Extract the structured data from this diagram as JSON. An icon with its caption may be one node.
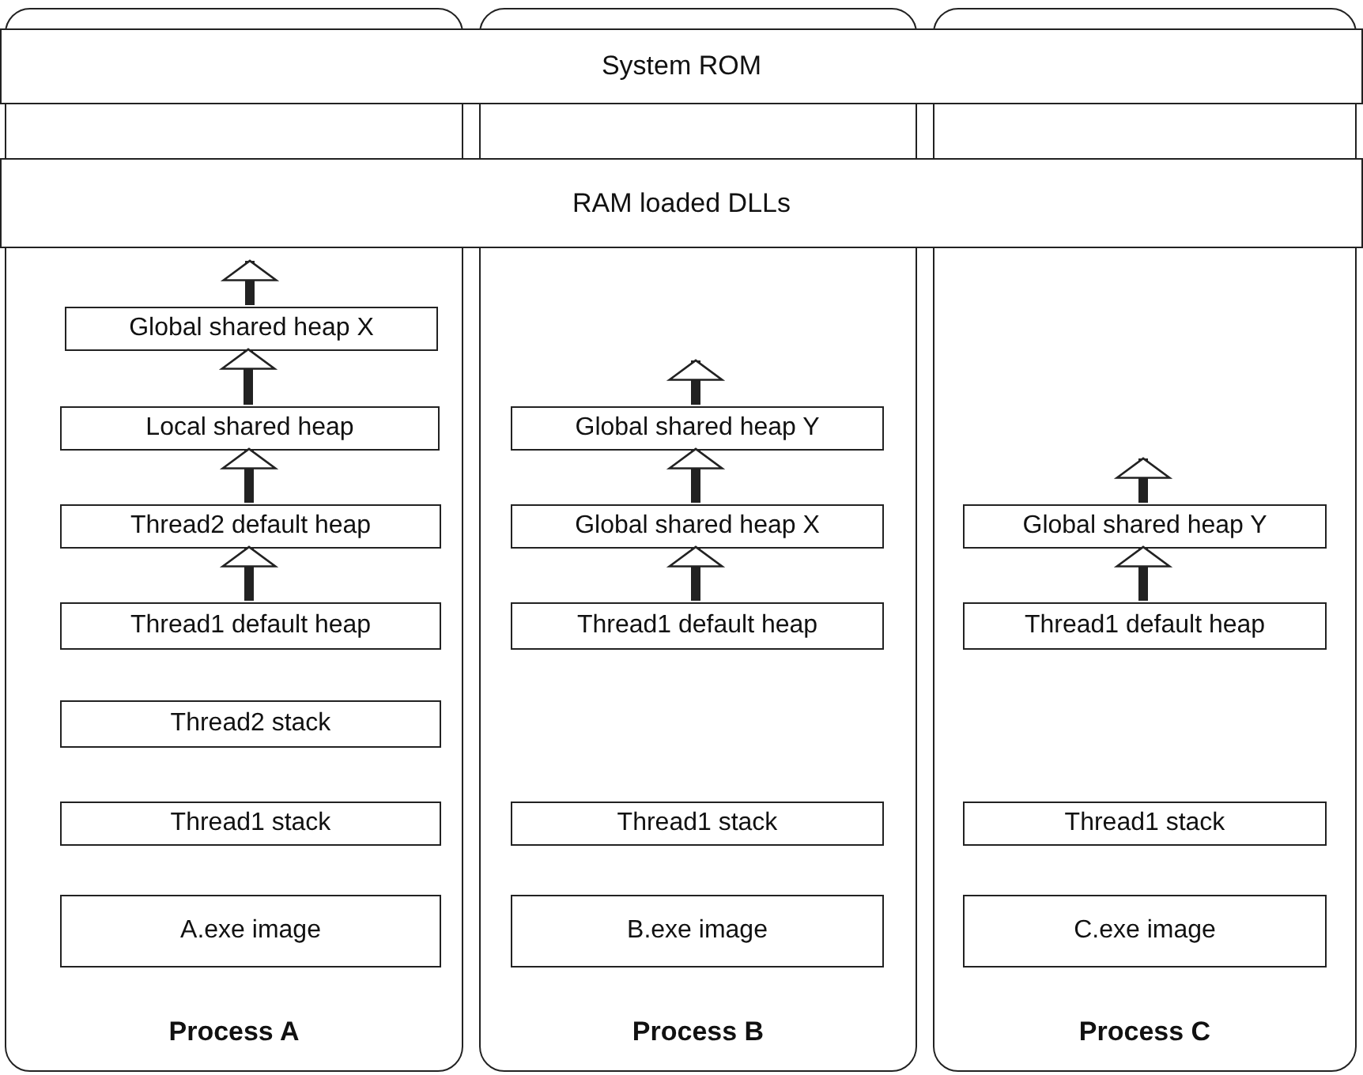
{
  "diagram": {
    "nodes": [
      {
        "text": [
          "System ROM"
        ]
      },
      {
        "text": [
          "RAM loaded DLLs"
        ]
      },
      {
        "text": [
          "Process A"
        ]
      },
      {
        "text": [
          "Global shared heap X"
        ],
        "in": 2
      },
      {
        "text": [
          "Local shared heap"
        ],
        "in": 2
      },
      {
        "text": [
          "Thread2 default heap"
        ],
        "in": 2
      },
      {
        "text": [
          "Thread1 default heap"
        ],
        "in": 2
      },
      {
        "text": [
          "Thread2 stack"
        ],
        "in": 2
      },
      {
        "text": [
          "Thread1 stack"
        ],
        "in": 2
      },
      {
        "text": [
          "A.exe image"
        ],
        "in": 2
      },
      {
        "text": [
          "Process B"
        ]
      },
      {
        "text": [
          "Global shared heap Y"
        ],
        "in": 10
      },
      {
        "text": [
          "Global shared heap X"
        ],
        "in": 10
      },
      {
        "text": [
          "Thread1 default heap"
        ],
        "in": 10
      },
      {
        "text": [
          "Thread1 stack"
        ],
        "in": 10
      },
      {
        "text": [
          "B.exe image"
        ],
        "in": 10
      },
      {
        "text": [
          "Process C"
        ]
      },
      {
        "text": [
          "Global shared heap Y"
        ],
        "in": 16
      },
      {
        "text": [
          "Thread1 default heap"
        ],
        "in": 16
      },
      {
        "text": [
          "Thread1 stack"
        ],
        "in": 16
      },
      {
        "text": [
          "C.exe image"
        ],
        "in": 16
      }
    ],
    "edges": [
      {
        "from": 6,
        "to": 5,
        "arrow": "to"
      },
      {
        "from": 5,
        "to": 4,
        "arrow": "to"
      },
      {
        "from": 4,
        "to": 3,
        "arrow": "to"
      },
      {
        "from": 3,
        "to": null,
        "arrow": "to"
      },
      {
        "from": 13,
        "to": 12,
        "arrow": "to"
      },
      {
        "from": 12,
        "to": 11,
        "arrow": "to"
      },
      {
        "from": 11,
        "to": null,
        "arrow": "to"
      },
      {
        "from": 18,
        "to": 17,
        "arrow": "to"
      },
      {
        "from": 17,
        "to": null,
        "arrow": "to"
      }
    ]
  }
}
